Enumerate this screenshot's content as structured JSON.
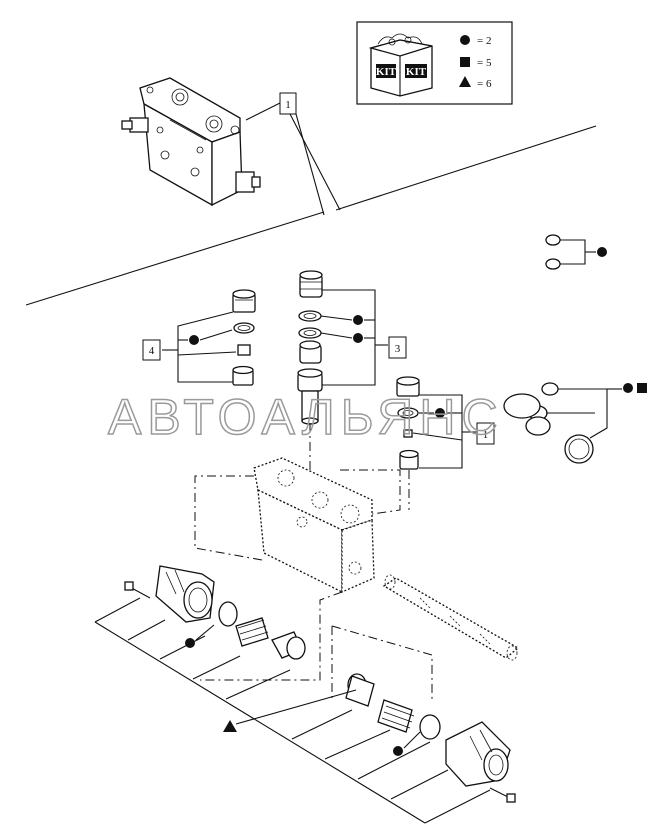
{
  "legend": {
    "kit_label_1": "KIT",
    "kit_label_2": "KIT",
    "rows": [
      {
        "symbol": "circle",
        "text": "= 2"
      },
      {
        "symbol": "square",
        "text": "= 5"
      },
      {
        "symbol": "triangle",
        "text": "= 6"
      }
    ]
  },
  "references": {
    "ref_top": "1",
    "ref_left": "4",
    "ref_center": "3",
    "ref_right": "1"
  },
  "watermark": "АВТОАЛЬЯНС",
  "colors": {
    "ink": "#111111",
    "watermark": "#9a9a9a"
  }
}
